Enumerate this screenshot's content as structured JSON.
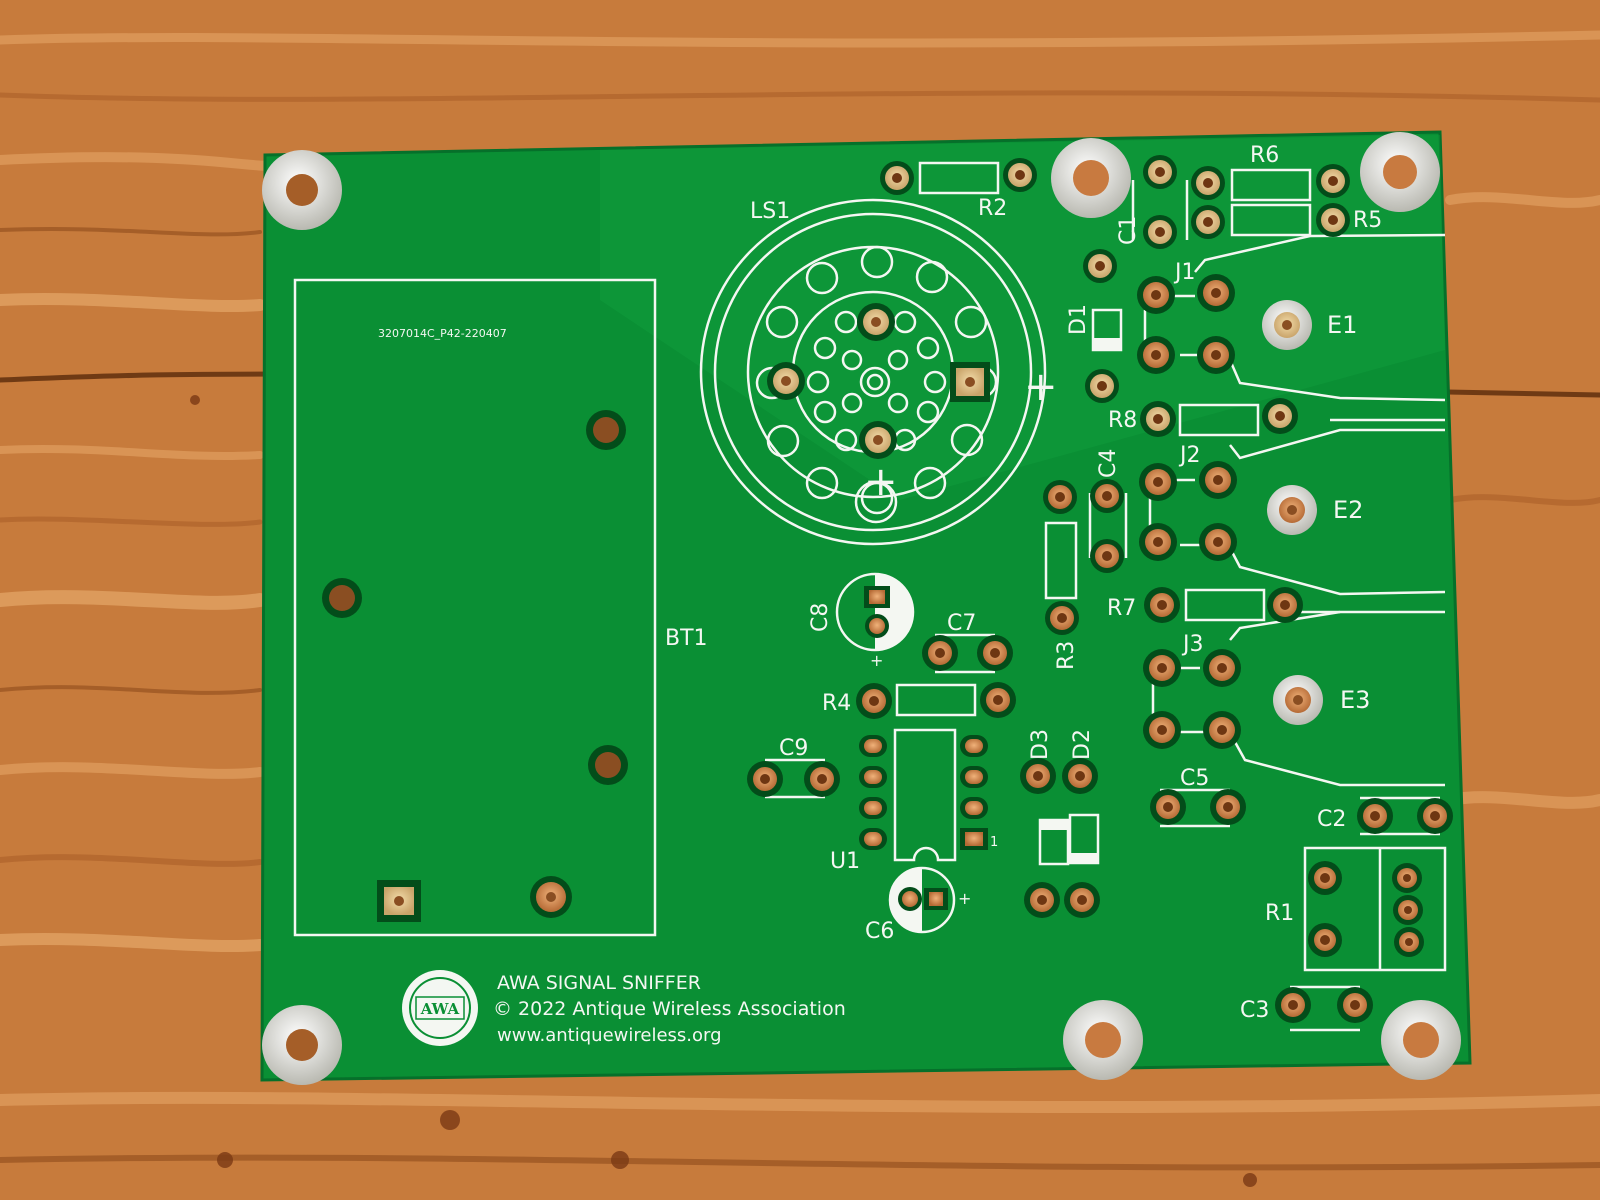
{
  "colors": {
    "wood_base": "#c77b3c",
    "wood_light": "#d99455",
    "wood_dark": "#a55e28",
    "pcb_green": "#0a8f34",
    "pcb_green_dark": "#067a2b",
    "silkscreen": "#f4f7f2",
    "copper": "#d98d57",
    "pad_gold": "#e2c38a",
    "mount_ring": "#dcdcd6"
  },
  "board": {
    "batch_code": "3207014C_P42-220407",
    "logo_text": "AWA",
    "title": "AWA SIGNAL SNIFFER",
    "copyright": "© 2022 Antique Wireless Association",
    "website": "www.antiquewireless.org"
  },
  "labels": {
    "LS1": "LS1",
    "R2": "R2",
    "R6": "R6",
    "R5": "R5",
    "C1": "C1",
    "D1": "D1",
    "J1": "J1",
    "E1": "E1",
    "R8": "R8",
    "J2": "J2",
    "E2": "E2",
    "C4": "C4",
    "R3": "R3",
    "R7": "R7",
    "J3": "J3",
    "E3": "E3",
    "BT1": "BT1",
    "C8": "C8",
    "C7": "C7",
    "R4": "R4",
    "C9": "C9",
    "U1": "U1",
    "U1_pin1": "1",
    "D3": "D3",
    "D2": "D2",
    "C5": "C5",
    "C2": "C2",
    "R1": "R1",
    "C6": "C6",
    "C3": "C3",
    "plus": "+"
  }
}
